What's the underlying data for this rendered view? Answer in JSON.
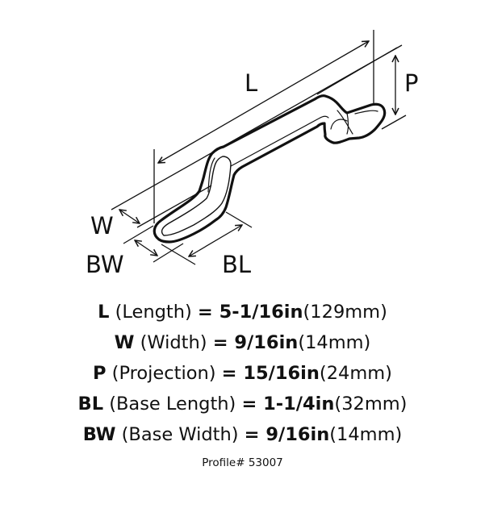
{
  "labels": {
    "L": "L",
    "P": "P",
    "W": "W",
    "BW": "BW",
    "BL": "BL"
  },
  "specs": [
    {
      "abbr": "L",
      "name": " (Length) ",
      "eq": "= ",
      "imperial": "5-1/16in",
      "metric": "(129mm)"
    },
    {
      "abbr": "W",
      "name": " (Width) ",
      "eq": "= ",
      "imperial": "9/16in",
      "metric": "(14mm)"
    },
    {
      "abbr": "P",
      "name": " (Projection) ",
      "eq": "= ",
      "imperial": "15/16in",
      "metric": "(24mm)"
    },
    {
      "abbr": "BL",
      "name": " (Base Length) ",
      "eq": "= ",
      "imperial": "1-1/4in",
      "metric": "(32mm)"
    },
    {
      "abbr": "BW",
      "name": " (Base Width) ",
      "eq": "= ",
      "imperial": "9/16in",
      "metric": "(14mm)"
    }
  ],
  "profile": "Profile# 53007"
}
